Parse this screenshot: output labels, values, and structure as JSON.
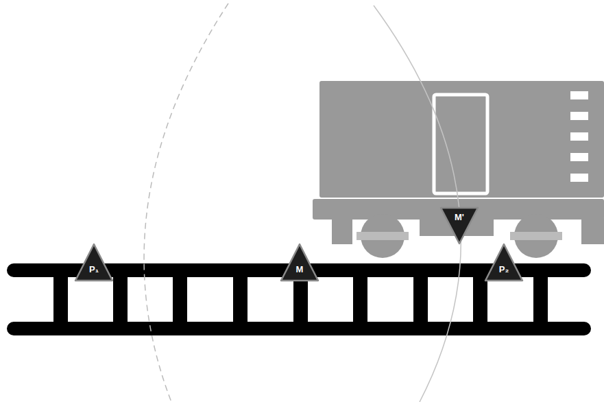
{
  "diagram": {
    "nodes": [
      {
        "text": [
          "M'"
        ]
      },
      {
        "text": [
          "P₁"
        ]
      },
      {
        "text": [
          "M"
        ]
      },
      {
        "text": [
          "P₂"
        ]
      }
    ]
  }
}
